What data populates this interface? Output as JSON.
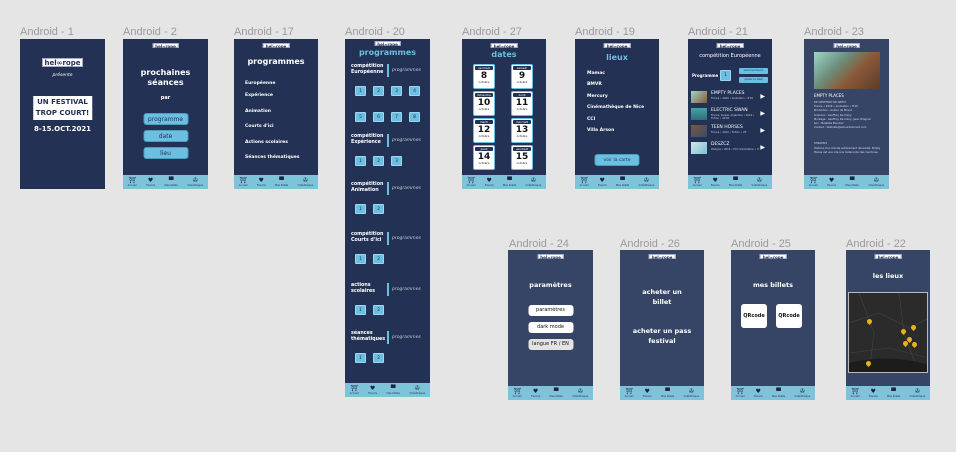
{
  "nav": [
    {
      "icon": "home-icon",
      "glyph": "⛩",
      "label": "Accueil"
    },
    {
      "icon": "heart-icon",
      "glyph": "♥",
      "label": "Favoris"
    },
    {
      "icon": "ticket-icon",
      "glyph": "▀",
      "label": "Mes billets"
    },
    {
      "icon": "film-reel-icon",
      "glyph": "✇",
      "label": "Vidéothèque"
    }
  ],
  "logo": "hel∞rope",
  "frames": {
    "a1": {
      "label": "Android - 1",
      "presents": "présente",
      "festival_line1": "UN FESTIVAL",
      "festival_line2": "TROP COURT!",
      "festival_dates": "8-15.OCT.2021"
    },
    "a2": {
      "label": "Android - 2",
      "title": "prochaines séances",
      "par": "par",
      "buttons": [
        "programme",
        "date",
        "lieu"
      ]
    },
    "a17": {
      "label": "Android - 17",
      "title": "programmes",
      "items": [
        "Européenne",
        "Expérience",
        "Animation",
        "Courts d'ici",
        "Actions scolaires",
        "Séances thématiques"
      ]
    },
    "a20": {
      "label": "Android - 20",
      "title": "programmes",
      "prog_label": "programmes",
      "sections": [
        {
          "title": "compétition Européenne",
          "nums": [
            "1",
            "2",
            "3",
            "4",
            "5",
            "6",
            "7",
            "8"
          ]
        },
        {
          "title": "compétition Expérience",
          "nums": [
            "1",
            "2",
            "3"
          ]
        },
        {
          "title": "compétition Animation",
          "nums": [
            "1",
            "2"
          ]
        },
        {
          "title": "compétition Courts d'ici",
          "nums": [
            "1",
            "2"
          ]
        },
        {
          "title": "actions scolaires",
          "nums": [
            "1",
            "2"
          ]
        },
        {
          "title": "séances thématiques",
          "nums": [
            "1",
            "2"
          ]
        }
      ]
    },
    "a27": {
      "label": "Android - 27",
      "title": "dates",
      "dates": [
        {
          "day": "vendredi",
          "num": "8",
          "month": "octobre"
        },
        {
          "day": "samedi",
          "num": "9",
          "month": "octobre"
        },
        {
          "day": "dimanche",
          "num": "10",
          "month": "octobre"
        },
        {
          "day": "lundi",
          "num": "11",
          "month": "octobre"
        },
        {
          "day": "mardi",
          "num": "12",
          "month": "octobre"
        },
        {
          "day": "mercredi",
          "num": "13",
          "month": "octobre"
        },
        {
          "day": "jeudi",
          "num": "14",
          "month": "octobre"
        },
        {
          "day": "vendredi",
          "num": "15",
          "month": "octobre"
        }
      ]
    },
    "a19": {
      "label": "Android - 19",
      "title": "lieux",
      "items": [
        "Mamac",
        "BMVR",
        "Mercury",
        "Cinémathèque de Nice",
        "CCI",
        "Villa Arson"
      ],
      "button": "voir la carte"
    },
    "a21": {
      "label": "Android - 21",
      "title": "compétition Européenne",
      "programme_label": "Programme",
      "programme_num": "1",
      "btn1": "suivre les favoris",
      "btn2": "ajouter au billet",
      "films": [
        {
          "title": "EMPTY PLACES",
          "meta": "France • 2020 • Animation • 8'20"
        },
        {
          "title": "ELECTRIC SWAN",
          "meta": "France, Suisse, Argentine • 2019 • Fiction • 40'00"
        },
        {
          "title": "TEEN HORSES",
          "meta": "France • 2019 • Fiction • 20'"
        },
        {
          "title": "DESZCZ",
          "meta": "Pologne • 2019 • Film d'animation • 6'"
        }
      ]
    },
    "a23": {
      "label": "Android - 23",
      "title": "EMPTY PLACES",
      "credits": "DE GEOFFROY DE CRÉCY\nFrance • 2020 • Animation • 8'20\nProduction : Autour de Minuit\nScénario : Geoffroy De Crécy\nMontage : Geoffroy De Crécy, Jane Chagnon\nSon : Baptiste Boucher\nContact : festivals@autourdeminuit.com",
      "synopsis_title": "SYNOPSIS",
      "synopsis": "Histoire d'un monde entièrement réinventé. Empty Places est une ode à la mélancolie des machines."
    },
    "a24": {
      "label": "Android - 24",
      "title": "paramètres",
      "buttons": [
        "paramètres",
        "dark mode",
        "langue FR / EN"
      ]
    },
    "a26": {
      "label": "Android - 26",
      "line1": "acheter un billet",
      "line2": "acheter un pass festival"
    },
    "a25": {
      "label": "Android - 25",
      "title": "mes billets",
      "qr": [
        "QRcode",
        "QRcode"
      ]
    },
    "a22": {
      "label": "Android - 22",
      "title": "les lieux"
    }
  },
  "colors": {
    "frame": "#233155",
    "frame_light": "#364466",
    "accent": "#6bbfe0",
    "navbar": "#7fc3da",
    "pin": "#e8b21c"
  }
}
